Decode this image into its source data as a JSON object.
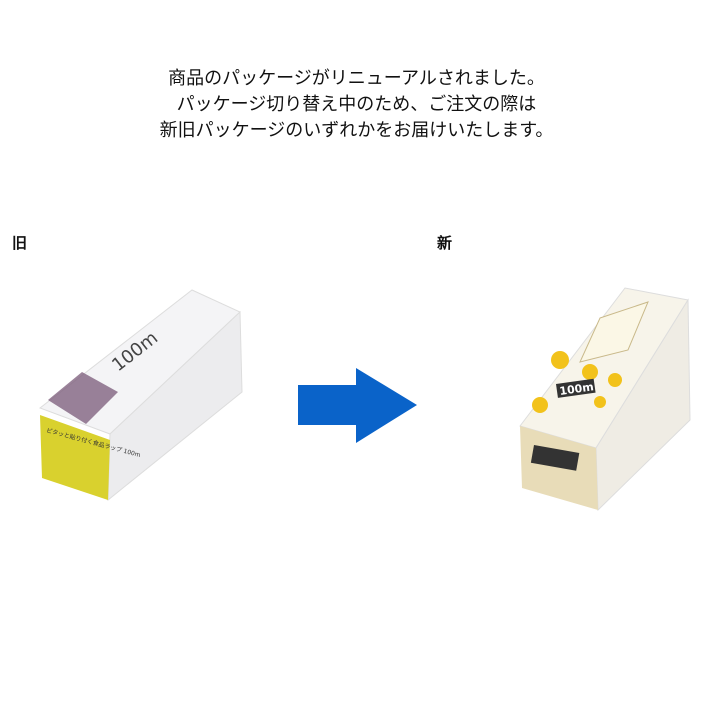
{
  "notice": {
    "lines": [
      "商品のパッケージがリニューアルされました。",
      "パッケージ切り替え中のため、ご注文の際は",
      "新旧パッケージのいずれかをお届けいたします。"
    ]
  },
  "old_label": "旧",
  "new_label": "新",
  "old_package": {
    "length_text": "100m",
    "end_text": "ピタッと貼り付く食品ラップ 100m",
    "colors": {
      "end": "#d9d12e",
      "body": "#f3f3f3"
    }
  },
  "new_package": {
    "length_text": "100m",
    "colors": {
      "end": "#e8dcb8",
      "body": "#f7f4ea",
      "accent": "#f2c21b"
    }
  },
  "arrow": {
    "icon": "arrow-right-icon",
    "color": "#0a63c9"
  }
}
